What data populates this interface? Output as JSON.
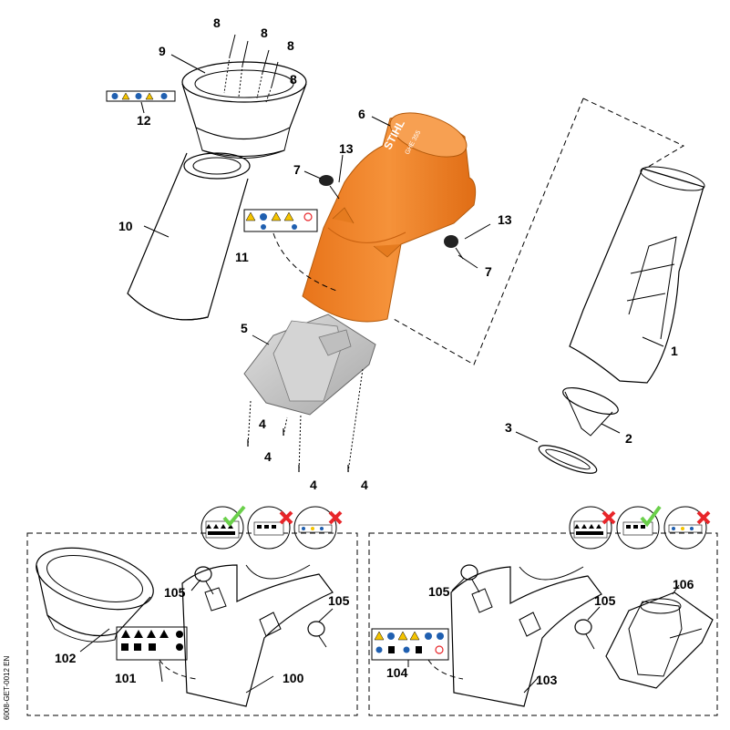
{
  "diagram": {
    "callouts": {
      "p1": "1",
      "p2": "2",
      "p3": "3",
      "p4a": "4",
      "p4b": "4",
      "p4c": "4",
      "p4d": "4",
      "p5": "5",
      "p6": "6",
      "p7a": "7",
      "p7b": "7",
      "p8a": "8",
      "p8b": "8",
      "p8c": "8",
      "p8d": "8",
      "p9": "9",
      "p10": "10",
      "p11": "11",
      "p12": "12",
      "p13a": "13",
      "p13b": "13",
      "p100": "100",
      "p101": "101",
      "p102": "102",
      "p103": "103",
      "p104": "104",
      "p105a": "105",
      "p105b": "105",
      "p105c": "105",
      "p105d": "105",
      "p106": "106"
    },
    "brand": "STIHL",
    "model": "GHE 355",
    "side_code": "6008-GET-0012 EN"
  },
  "colors": {
    "housing_orange": "#f28427",
    "housing_shade": "#d96b12",
    "gray_part": "#c8c8c8",
    "check_green": "#6ad04a",
    "cross_red": "#e8262a"
  },
  "icons": [
    "check-mark-icon",
    "cross-mark-icon",
    "warning-triangle-icon",
    "prohibition-icon",
    "info-icon"
  ]
}
